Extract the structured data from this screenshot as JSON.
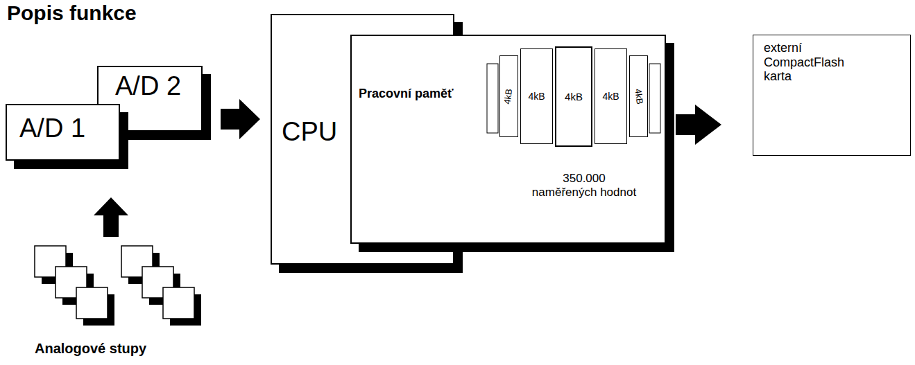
{
  "diagram": {
    "title": "Popis funkce",
    "nodes": [
      {
        "text": [
          "A/D 1"
        ]
      },
      {
        "text": [
          "A/D 2"
        ]
      },
      {
        "text": [
          "Analogové stupy"
        ]
      },
      {
        "text": [
          "CPU"
        ]
      },
      {
        "text": [
          "Pracovní paměť",
          "350.000 naměřených hodnot"
        ]
      },
      {
        "text": [
          "4kB"
        ],
        "in": 4
      },
      {
        "text": [
          "4kB"
        ],
        "in": 4
      },
      {
        "text": [
          "4kB"
        ],
        "in": 4
      },
      {
        "text": [
          "4kB"
        ],
        "in": 4
      },
      {
        "text": [
          "4kB"
        ],
        "in": 4
      },
      {
        "text": [
          "externí CompactFlash karta"
        ]
      }
    ],
    "edges": [
      {
        "from": 1,
        "to": 3,
        "arrow": "to"
      },
      {
        "from": 4,
        "to": 10,
        "arrow": "to"
      },
      {
        "from": 2,
        "to": 0,
        "arrow": "to"
      }
    ]
  }
}
